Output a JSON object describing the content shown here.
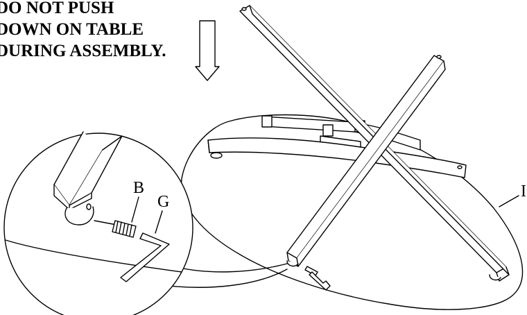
{
  "warning": {
    "line1": "DO NOT PUSH",
    "line2": "DOWN ON TABLE",
    "line3": "DURING ASSEMBLY."
  },
  "callouts": {
    "part_b": "B",
    "part_g": "G",
    "table_label": "I"
  },
  "icons": {
    "arrow": "down-arrow-icon"
  }
}
